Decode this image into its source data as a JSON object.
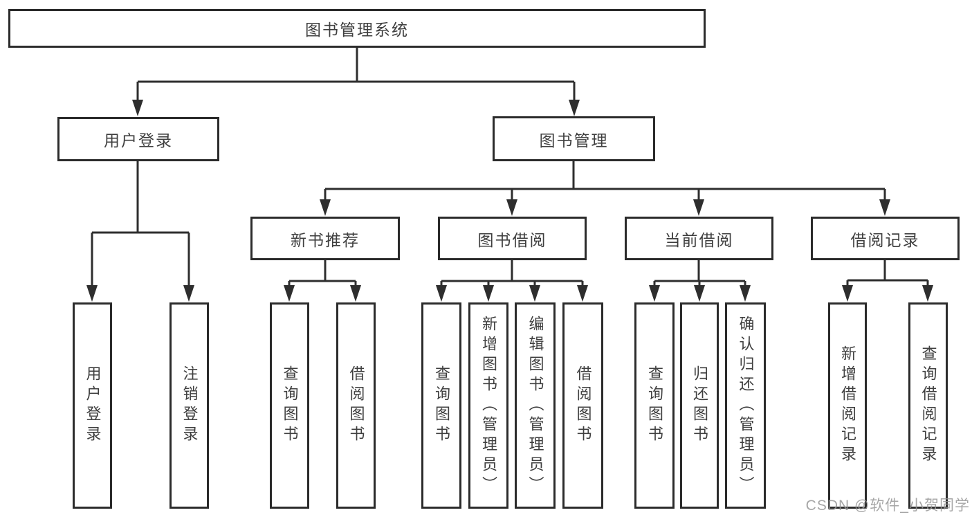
{
  "diagram_title": "图书管理系统",
  "watermark": {
    "text": "CSDN @软件_小贺同学"
  },
  "colors": {
    "line": "#2e2e2e",
    "box_border": "#2b2b2b",
    "text": "#3f3f3f",
    "watermark": "#969696",
    "background": "#ffffff"
  },
  "tree": {
    "label": "图书管理系统",
    "children": [
      {
        "label": "用户登录",
        "children": [
          {
            "label": "用户登录"
          },
          {
            "label": "注销登录"
          }
        ]
      },
      {
        "label": "图书管理",
        "children": [
          {
            "label": "新书推荐",
            "children": [
              {
                "label": "查询图书"
              },
              {
                "label": "借阅图书"
              }
            ]
          },
          {
            "label": "图书借阅",
            "children": [
              {
                "label": "查询图书"
              },
              {
                "label": "新增图书（管理员）"
              },
              {
                "label": "编辑图书（管理员）"
              },
              {
                "label": "借阅图书"
              }
            ]
          },
          {
            "label": "当前借阅",
            "children": [
              {
                "label": "查询图书"
              },
              {
                "label": "归还图书"
              },
              {
                "label": "确认归还（管理员）"
              }
            ]
          },
          {
            "label": "借阅记录",
            "children": [
              {
                "label": "新增借阅记录"
              },
              {
                "label": "查询借阅记录"
              }
            ]
          }
        ]
      }
    ]
  }
}
